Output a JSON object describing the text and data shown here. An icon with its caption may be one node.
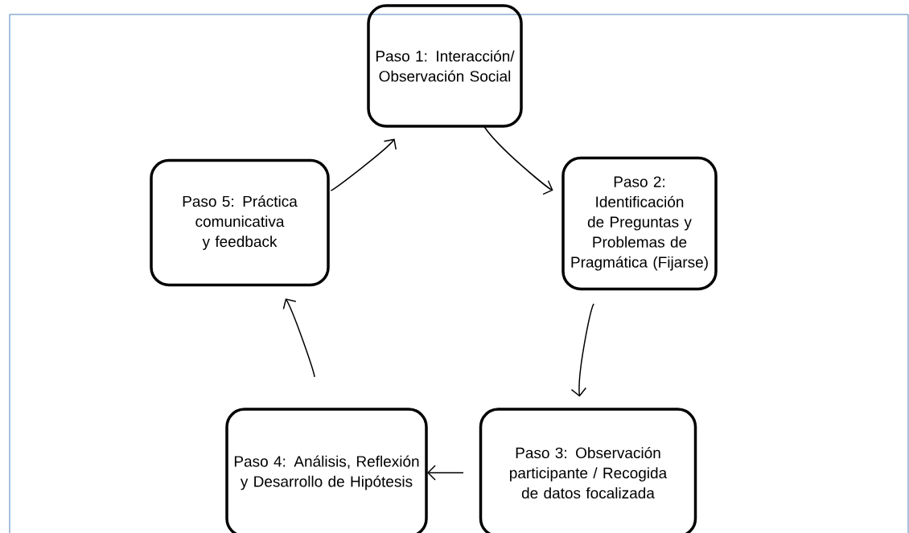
{
  "diagram": {
    "nodes": [
      {
        "text": [
          "Paso 1: Interacción/ Observación Social"
        ]
      },
      {
        "text": [
          "Paso 2: Identificación de Preguntas y Problemas de Pragmática (Fijarse)"
        ]
      },
      {
        "text": [
          "Paso 3: Observación participante / Recogida de datos focalizada"
        ]
      },
      {
        "text": [
          "Paso 4: Análisis, Reflexión y Desarrollo de Hipótesis"
        ]
      },
      {
        "text": [
          "Paso 5: Práctica comunicativa y feedback"
        ]
      }
    ],
    "edges": [
      {
        "from": 0,
        "to": 1,
        "arrow": "to"
      },
      {
        "from": 1,
        "to": 2,
        "arrow": "to"
      },
      {
        "from": 2,
        "to": 3,
        "arrow": "to"
      },
      {
        "from": 3,
        "to": 4,
        "arrow": "to"
      },
      {
        "from": 4,
        "to": 0,
        "arrow": "to"
      }
    ]
  }
}
